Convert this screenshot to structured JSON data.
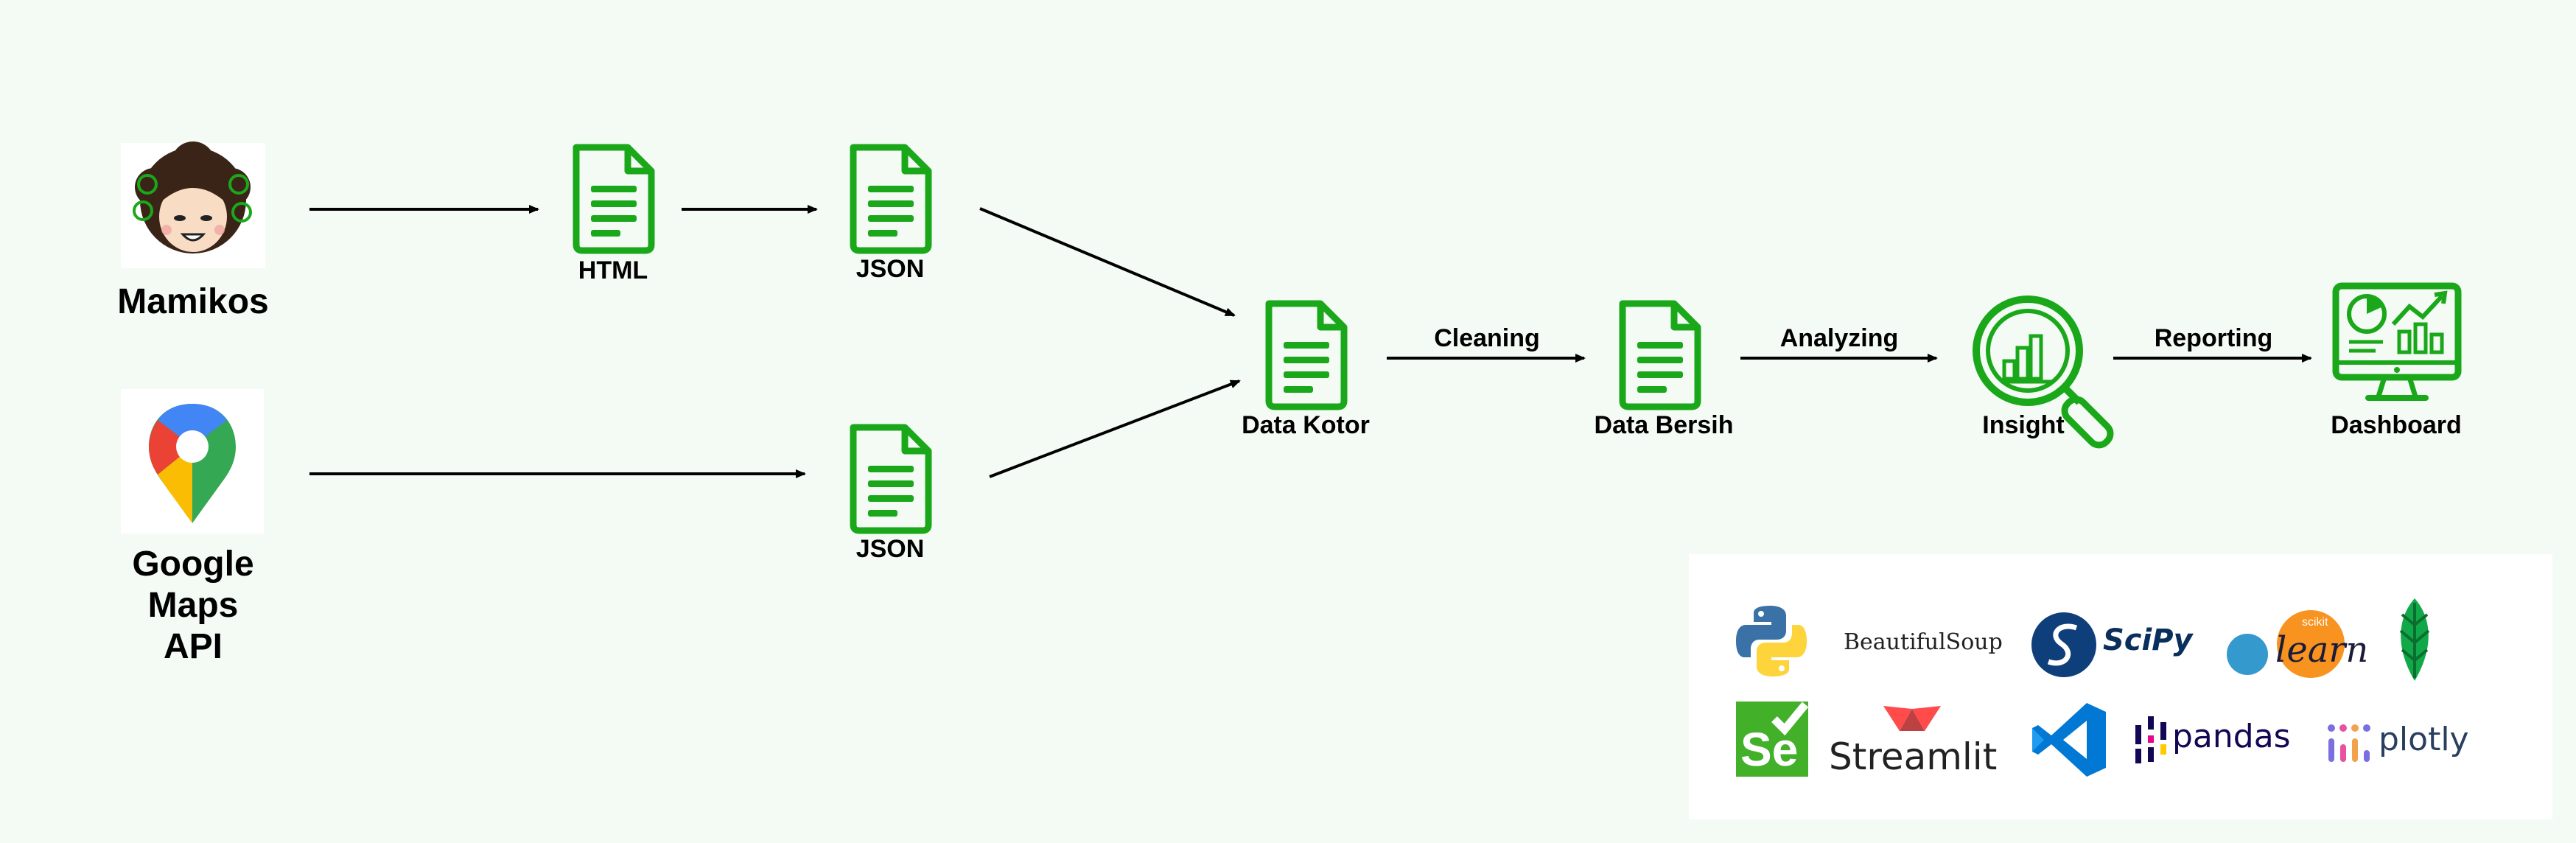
{
  "sources": {
    "mamikos": "Mamikos",
    "google_maps": [
      "Google",
      "Maps",
      "API"
    ]
  },
  "documents": {
    "html": "HTML",
    "json_top": "JSON",
    "json_bottom": "JSON",
    "data_kotor": "Data Kotor",
    "data_bersih": "Data Bersih"
  },
  "stages": {
    "insight": "Insight",
    "dashboard": "Dashboard"
  },
  "edges": {
    "cleaning": "Cleaning",
    "analyzing": "Analyzing",
    "reporting": "Reporting"
  },
  "tools": {
    "beautifulsoup": "BeautifulSoup",
    "scipy": "SciPy",
    "sklearn_small": "scikit",
    "sklearn_main": "learn",
    "selenium": "Se",
    "streamlit": "Streamlit",
    "pandas": "pandas",
    "plotly": "plotly"
  },
  "colors": {
    "accent_green": "#1aa81a",
    "background": "#f4fbf5",
    "panel": "#ffffff"
  }
}
